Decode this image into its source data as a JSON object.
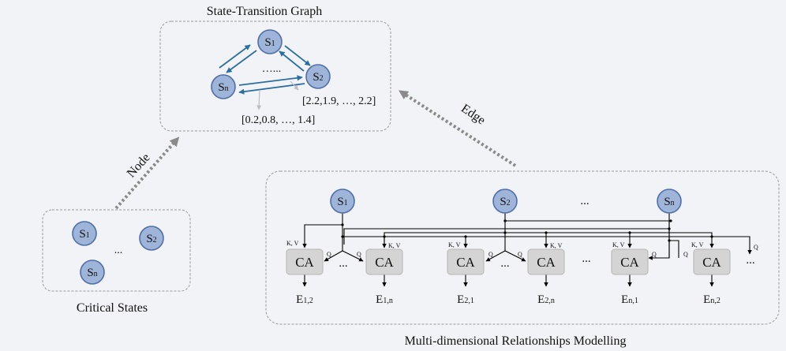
{
  "titles": {
    "graph": "State-Transition Graph",
    "critical": "Critical States",
    "modelling": "Multi-dimensional Relationships Modelling"
  },
  "arrows": {
    "node": "Node",
    "edge": "Edge"
  },
  "graph": {
    "nodes": [
      {
        "base": "S",
        "sub": "1"
      },
      {
        "base": "S",
        "sub": "2"
      },
      {
        "base": "S",
        "sub": "n"
      }
    ],
    "ellipsis": "…...",
    "vector_a": "[2.2,1.9, …, 2.2]",
    "vector_b": "[0.2,0.8, …, 1.4]"
  },
  "critical": {
    "nodes": [
      {
        "base": "S",
        "sub": "1"
      },
      {
        "base": "S",
        "sub": "2"
      },
      {
        "base": "S",
        "sub": "n"
      }
    ],
    "ellipsis": "..."
  },
  "modelling": {
    "top_nodes": [
      {
        "base": "S",
        "sub": "1"
      },
      {
        "base": "S",
        "sub": "2"
      },
      {
        "base": "S",
        "sub": "n"
      }
    ],
    "top_ellipsis": "...",
    "ca_label": "CA",
    "kv_label": "K, V",
    "q_label": "Q",
    "ellipsis": "...",
    "outputs": [
      {
        "base": "E",
        "sub": "1,2"
      },
      {
        "base": "E",
        "sub": "1,n"
      },
      {
        "base": "E",
        "sub": "2,1"
      },
      {
        "base": "E",
        "sub": "2,n"
      },
      {
        "base": "E",
        "sub": "n,1"
      },
      {
        "base": "E",
        "sub": "n,2"
      }
    ]
  }
}
